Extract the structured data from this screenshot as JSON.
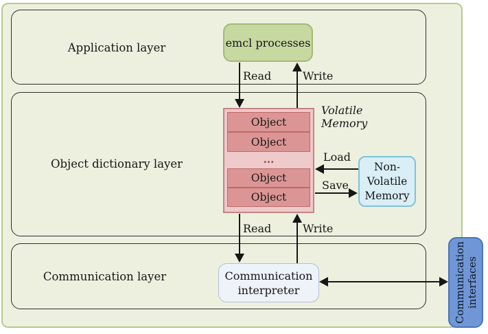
{
  "layers": {
    "application": "Application layer",
    "object_dictionary": "Object dictionary layer",
    "communication": "Communication layer"
  },
  "nodes": {
    "emcl_processes": "emcl processes",
    "volatile_memory": "Volatile\nMemory",
    "non_volatile_memory": "Non-\nVolatile\nMemory",
    "communication_interpreter": "Communication\ninterpreter",
    "communication_interfaces": "Communication\ninterfaces"
  },
  "stack": {
    "rows": [
      "Object",
      "Object",
      "...",
      "Object",
      "Object"
    ]
  },
  "arrows": {
    "read_top": "Read",
    "write_top": "Write",
    "load": "Load",
    "save": "Save",
    "read_bottom": "Read",
    "write_bottom": "Write"
  },
  "colors": {
    "canvas_bg": "#edf0df",
    "canvas_border": "#b5c98e",
    "layer_border": "#2e2e2e",
    "emcl_bg": "#c7d8a1",
    "emcl_border": "#a3ba77",
    "stack_bg": "#eecaca",
    "stack_border": "#c98383",
    "object_row_bg": "#dc9595",
    "object_row_border": "#c06868",
    "nvm_bg": "#d9eef5",
    "nvm_border": "#7fc2d7",
    "interpreter_bg": "#eef2f9",
    "interpreter_border": "#b3c0d6",
    "interfaces_bg": "#6f97d8",
    "interfaces_border": "#4a73b4",
    "arrow": "#161616"
  }
}
